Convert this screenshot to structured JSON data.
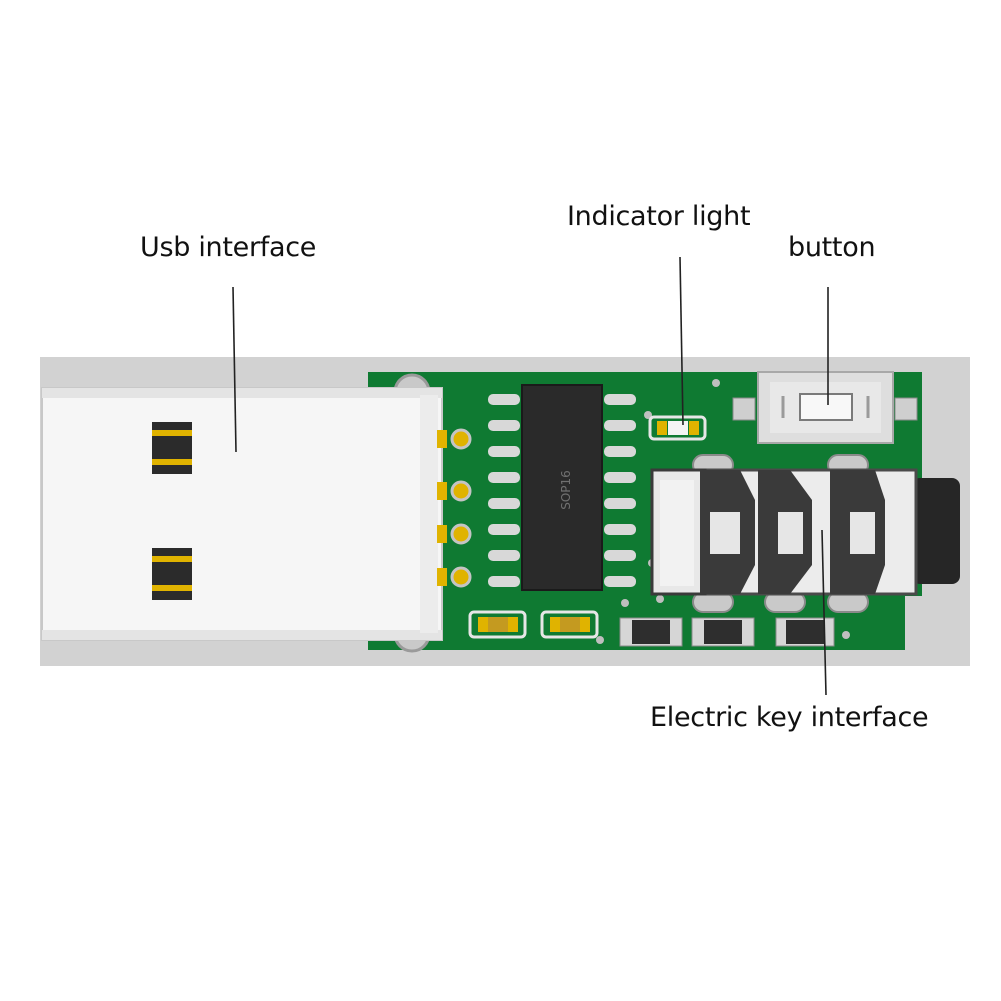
{
  "labels": {
    "usb_interface": "Usb interface",
    "indicator_light": "Indicator light",
    "button": "button",
    "electric_key_interface": "Electric key interface"
  },
  "chip": {
    "marking": "SOP16"
  },
  "colors": {
    "pcb_green": "#0f7a32",
    "tray_gray": "#d2d2d2",
    "usb_metal": "#f4f4f4",
    "pad_gold": "#e0b300",
    "chip_black": "#2a2a2a",
    "jack_dark": "#2b2b2b"
  },
  "icons": {
    "usb_plug": "usb-plug",
    "soic_chip": "sop16-chip",
    "led": "smd-led",
    "tact_switch": "tact-switch",
    "audio_jack": "audio-jack"
  }
}
